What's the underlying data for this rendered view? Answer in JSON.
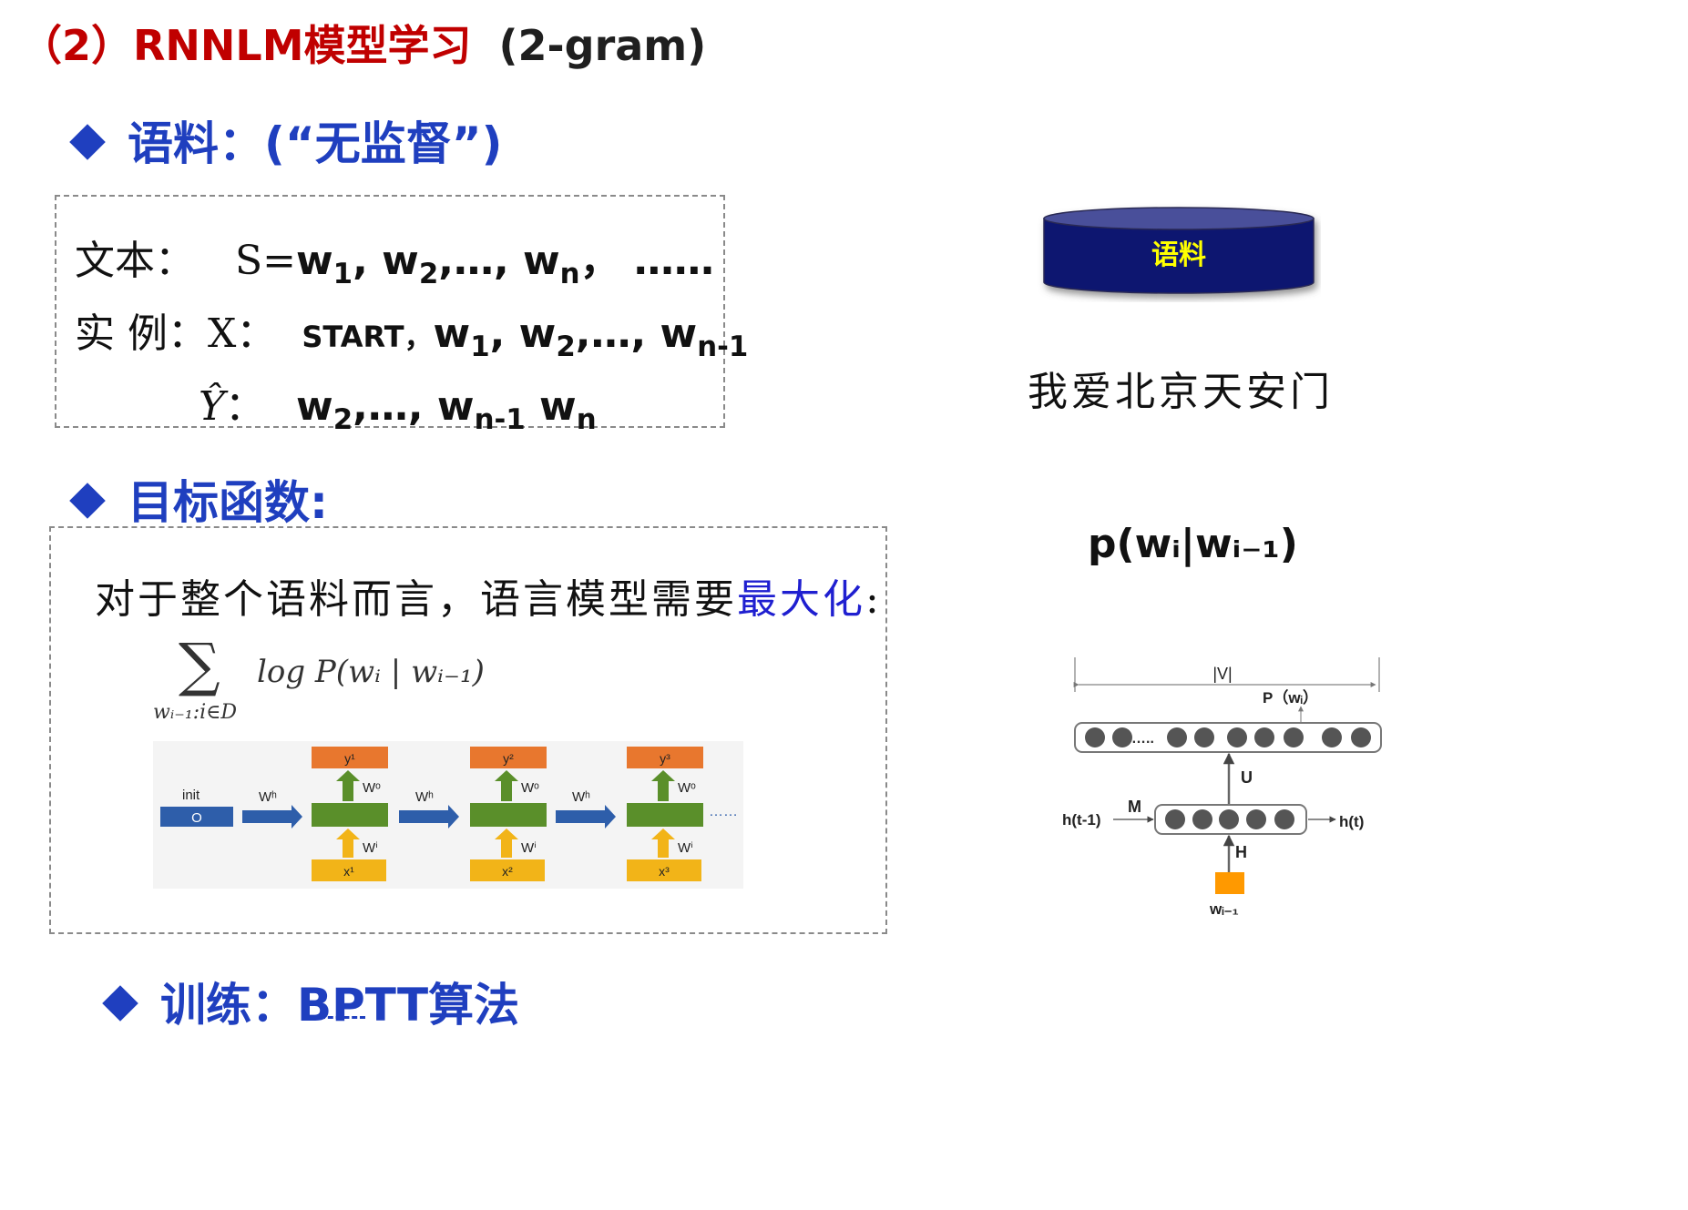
{
  "title": {
    "main": "（2）RNNLM模型学习",
    "suffix": "(2-gram)"
  },
  "section1": {
    "heading": "语料：(“无监督”)",
    "text_label": "文本：",
    "text_expr_lead": "S=",
    "text_w": "w",
    "text_sub1": "1",
    "text_sub2": "2",
    "text_subn": "n",
    "text_dots": ",…,",
    "text_tail": "，  ……",
    "example_label": "实 例：",
    "x_label": "X：",
    "start": "START，",
    "x_subn1": "n-1",
    "yhat": "Ŷ",
    "yhat_colon": "：",
    "y_subn1": "n-1",
    "y_subn": "n"
  },
  "section2": {
    "heading": "目标函数:",
    "sentence_a": "对于整个语料而言，语言模型需要",
    "sentence_b": "最大化",
    "sentence_c": ":",
    "formula_sum": "∑",
    "formula_sub": "wᵢ₋₁:i∈D",
    "formula_body": "log P(wᵢ | wᵢ₋₁)"
  },
  "section3": {
    "heading": "训练：BPTT算法"
  },
  "right": {
    "corpus_label": "语料",
    "sentence": "我爱北京天安门",
    "prob": "p(wᵢ|wᵢ₋₁)"
  },
  "rnn_unrolled": {
    "init_label": "init",
    "init_value": "O",
    "wh": "Wʰ",
    "wo": "Wᵒ",
    "wi": "Wⁱ",
    "outputs": [
      "y¹",
      "y²",
      "y³"
    ],
    "inputs": [
      "x¹",
      "x²",
      "x³"
    ],
    "ellipsis": "……"
  },
  "rnn_diagram": {
    "vocab": "|V|",
    "p_label": "P（wᵢ）",
    "dots_label": "…..",
    "u": "U",
    "m": "M",
    "h": "H",
    "h_prev": "h(t-1)",
    "h_next": "h(t)",
    "w_input": "wᵢ₋₁"
  },
  "colors": {
    "red": "#c00000",
    "blue": "#1f3fbf",
    "navy": "#0d1470",
    "yellow": "#ffff00",
    "green": "#5a8f2a",
    "orange": "#e8772e",
    "gold": "#f2b418",
    "steel": "#2e5eaa"
  }
}
